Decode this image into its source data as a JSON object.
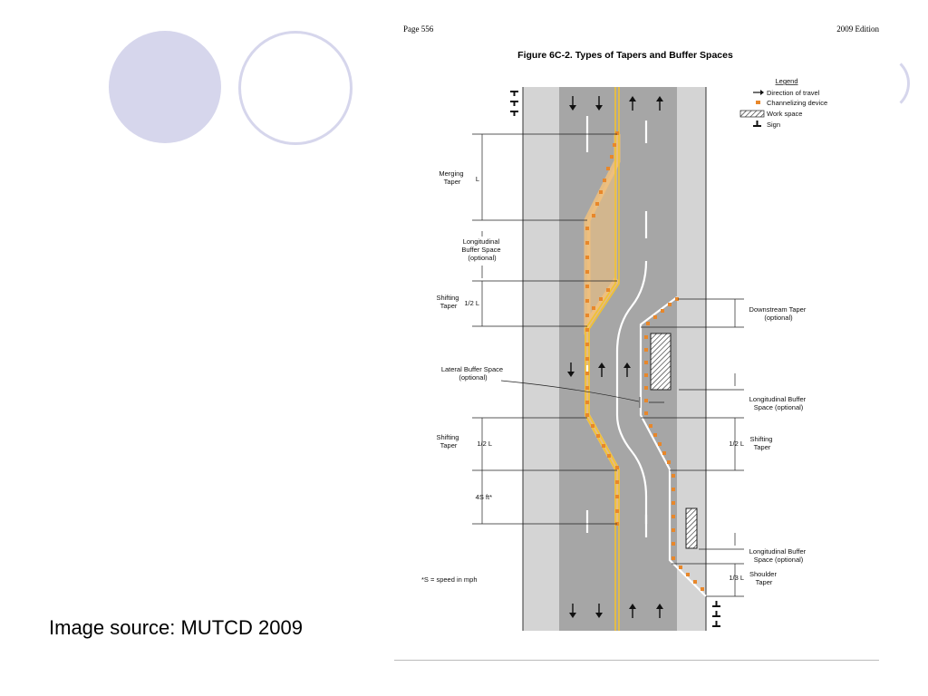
{
  "slide": {
    "source_caption": "Image source: MUTCD 2009"
  },
  "figure": {
    "page_number": "Page 556",
    "edition": "2009 Edition",
    "title": "Figure 6C-2.  Types of Tapers and Buffer Spaces",
    "legend": {
      "heading": "Legend",
      "items": [
        {
          "symbol": "arrow-icon",
          "label": "Direction of travel"
        },
        {
          "symbol": "channelizing-device-icon",
          "label": "Channelizing device"
        },
        {
          "symbol": "work-space-icon",
          "label": "Work space"
        },
        {
          "symbol": "sign-icon",
          "label": "Sign"
        }
      ]
    },
    "labels": {
      "merging_taper": [
        "Merging",
        "Taper"
      ],
      "merging_length": "L",
      "long_buffer_left": [
        "Longitudinal",
        "Buffer Space",
        "(optional)"
      ],
      "shifting_taper_1": [
        "Shifting",
        "Taper"
      ],
      "shifting_len_1": "1/2 L",
      "lateral_buffer": [
        "Lateral Buffer Space",
        "(optional)"
      ],
      "shifting_taper_2": [
        "Shifting",
        "Taper"
      ],
      "shifting_len_2": "1/2 L",
      "distance_4s": "4S ft*",
      "footnote": "*S = speed in mph",
      "downstream_taper": [
        "Downstream Taper",
        "(optional)"
      ],
      "long_buffer_right_1": [
        "Longitudinal Buffer",
        "Space (optional)"
      ],
      "shifting_taper_right": [
        "Shifting",
        "Taper"
      ],
      "shifting_len_right": "1/2 L",
      "long_buffer_right_2": [
        "Longitudinal Buffer",
        "Space (optional)"
      ],
      "shoulder_taper": [
        "Shoulder",
        "Taper"
      ],
      "shoulder_len": "1/3 L"
    },
    "colors": {
      "shoulder": "#d4d4d4",
      "lane": "#a6a6a6",
      "center_line": "#f1c232",
      "channelizer": "#e8872a",
      "taper_highlight": "#f5c27a"
    }
  }
}
